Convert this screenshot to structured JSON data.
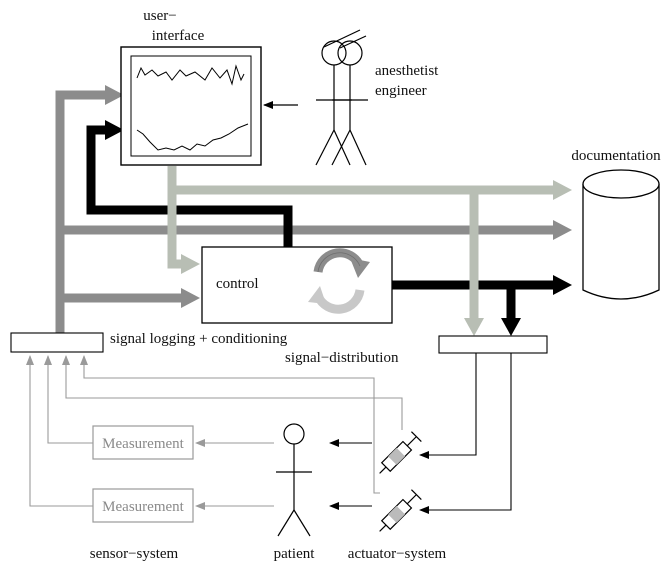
{
  "labels": {
    "user_interface_1": "user−",
    "user_interface_2": "interface",
    "anesthetist": "anesthetist",
    "engineer": "engineer",
    "documentation": "documentation",
    "control": "control",
    "signal_logging": "signal logging + conditioning",
    "signal_distribution": "signal−distribution",
    "measurement_1": "Measurement",
    "measurement_2": "Measurement",
    "sensor_system": "sensor−system",
    "patient": "patient",
    "actuator_system": "actuator−system"
  },
  "colors": {
    "black_flow": "#000000",
    "dark_gray_flow": "#8c8c8c",
    "light_gray_flow": "#b8beb4",
    "thin_gray_line": "#9a9a9a",
    "icon_gray": "#8c8c8c",
    "icon_light": "#c8c8c8"
  }
}
